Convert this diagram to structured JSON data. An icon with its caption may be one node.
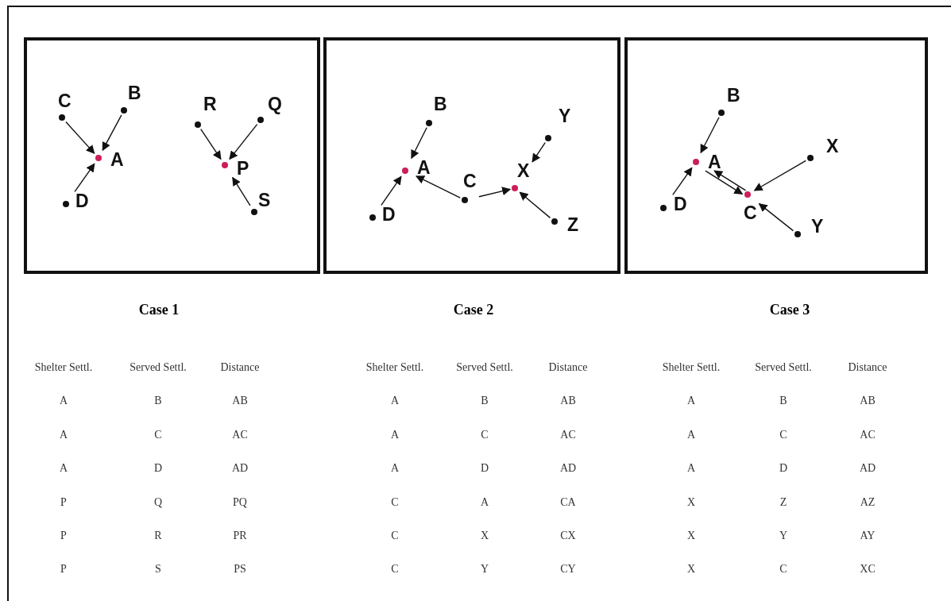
{
  "diagram": {
    "nodes": [
      {
        "text": [],
        "shape": "box",
        "beside": [
          "Case 1"
        ]
      },
      {
        "text": [
          "C"
        ],
        "in": 0
      },
      {
        "text": [
          "B"
        ],
        "in": 0
      },
      {
        "text": [
          "A"
        ],
        "in": 0
      },
      {
        "text": [
          "D"
        ],
        "in": 0
      },
      {
        "text": [
          "R"
        ],
        "in": 0
      },
      {
        "text": [
          "Q"
        ],
        "in": 0
      },
      {
        "text": [
          "P"
        ],
        "in": 0
      },
      {
        "text": [
          "S"
        ],
        "in": 0
      },
      {
        "text": [],
        "shape": "box",
        "beside": [
          "Case 2"
        ]
      },
      {
        "text": [
          "B"
        ],
        "in": 9
      },
      {
        "text": [
          "Y"
        ],
        "in": 9
      },
      {
        "text": [
          "A"
        ],
        "in": 9
      },
      {
        "text": [
          "C"
        ],
        "in": 9
      },
      {
        "text": [
          "X"
        ],
        "in": 9
      },
      {
        "text": [
          "D"
        ],
        "in": 9
      },
      {
        "text": [
          "Z"
        ],
        "in": 9
      },
      {
        "text": [],
        "shape": "box",
        "beside": [
          "Case 3"
        ]
      },
      {
        "text": [
          "B"
        ],
        "in": 17
      },
      {
        "text": [
          "X"
        ],
        "in": 17
      },
      {
        "text": [
          "A"
        ],
        "in": 17
      },
      {
        "text": [
          "C"
        ],
        "in": 17
      },
      {
        "text": [
          "D"
        ],
        "in": 17
      },
      {
        "text": [
          "Y"
        ],
        "in": 17
      }
    ],
    "edges": [
      {
        "from": 1,
        "to": 3,
        "arrow": "to"
      },
      {
        "from": 2,
        "to": 3,
        "arrow": "to"
      },
      {
        "from": 4,
        "to": 3,
        "arrow": "to"
      },
      {
        "from": 5,
        "to": 7,
        "arrow": "to"
      },
      {
        "from": 6,
        "to": 7,
        "arrow": "to"
      },
      {
        "from": 8,
        "to": 7,
        "arrow": "to"
      },
      {
        "from": 10,
        "to": 12,
        "arrow": "to"
      },
      {
        "from": 15,
        "to": 12,
        "arrow": "to"
      },
      {
        "from": 13,
        "to": 12,
        "arrow": "to"
      },
      {
        "from": 13,
        "to": 14,
        "arrow": "to"
      },
      {
        "from": 11,
        "to": 14,
        "arrow": "to"
      },
      {
        "from": 16,
        "to": 14,
        "arrow": "to"
      },
      {
        "from": 18,
        "to": 20,
        "arrow": "to"
      },
      {
        "from": 22,
        "to": 20,
        "arrow": "to"
      },
      {
        "from": 20,
        "to": 21,
        "arrow": "to"
      },
      {
        "from": 21,
        "to": 20,
        "arrow": "to"
      },
      {
        "from": 19,
        "to": 21,
        "arrow": "to"
      },
      {
        "from": 23,
        "to": 21,
        "arrow": "to"
      }
    ],
    "labels": [
      "Shelter Settl.",
      "Served Settl.",
      "Distance",
      "A",
      "B",
      "AB",
      "A",
      "C",
      "AC",
      "A",
      "D",
      "AD",
      "P",
      "Q",
      "PQ",
      "P",
      "R",
      "PR",
      "P",
      "S",
      "PS",
      "Shelter Settl.",
      "Served Settl.",
      "Distance",
      "A",
      "B",
      "AB",
      "A",
      "C",
      "AC",
      "A",
      "D",
      "AD",
      "C",
      "A",
      "CA",
      "C",
      "X",
      "CX",
      "C",
      "Y",
      "CY",
      "Shelter Settl.",
      "Served Settl.",
      "Distance",
      "A",
      "B",
      "AB",
      "A",
      "C",
      "AC",
      "A",
      "D",
      "AD",
      "X",
      "Z",
      "AZ",
      "X",
      "Y",
      "AY",
      "X",
      "C",
      "XC"
    ]
  }
}
